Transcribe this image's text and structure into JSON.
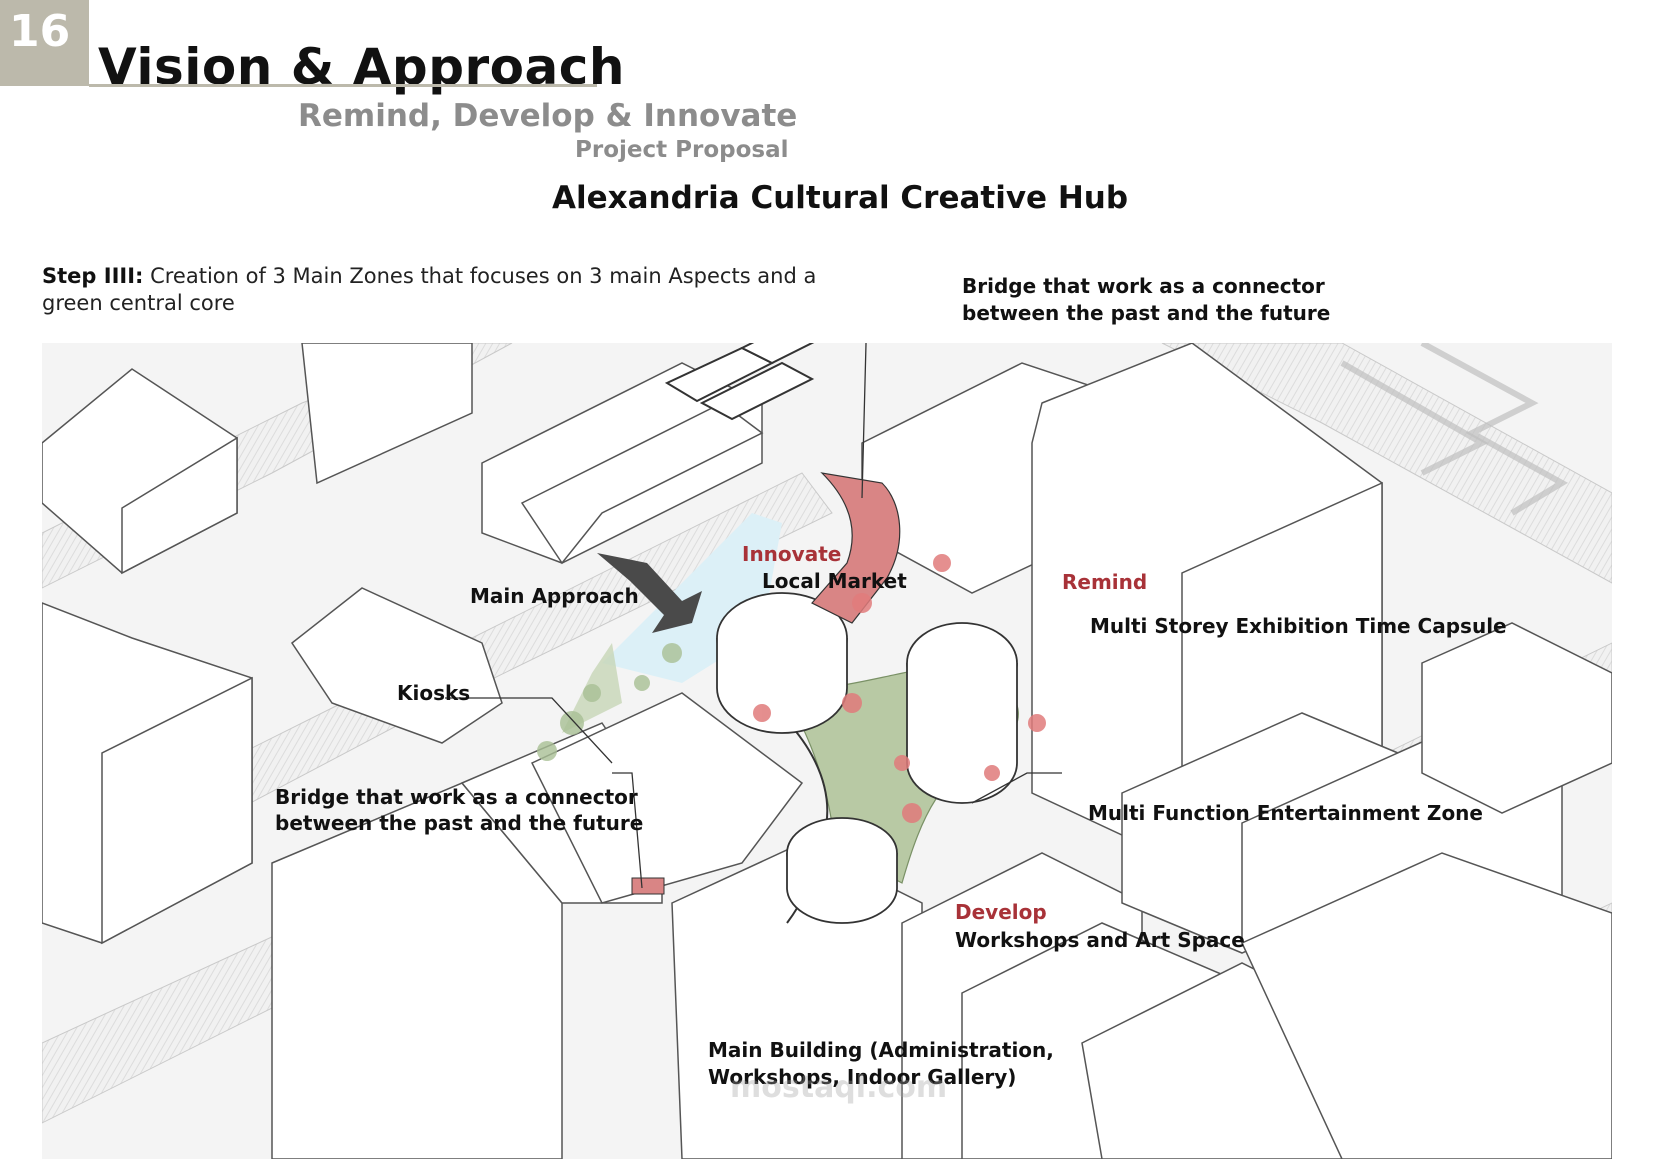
{
  "page": {
    "number": "16",
    "title": "Vision & Approach",
    "subtitle": "Remind, Develop & Innovate",
    "tagline": "Project Proposal",
    "project_name": "Alexandria Cultural Creative Hub"
  },
  "step": {
    "label": "Step IIII:",
    "text": " Creation of 3 Main Zones that focuses on 3 main Aspects and a green central core"
  },
  "zones": {
    "innovate": "Innovate",
    "remind": "Remind",
    "develop": "Develop"
  },
  "labels": {
    "bridge_top_1": "Bridge that work as a connector",
    "bridge_top_2": "between the past and the future",
    "local_market": "Local Market",
    "main_approach": "Main Approach",
    "exhibition": "Multi Storey Exhibition Time Capsule",
    "kiosks": "Kiosks",
    "bridge_left_1": "Bridge that work as a connector",
    "bridge_left_2": "between the past and the future",
    "entertainment": "Multi Function Entertainment Zone",
    "workshops": "Workshops and Art Space",
    "main_building_1": "Main Building (Administration,",
    "main_building_2": "Workshops, Indoor Gallery)"
  },
  "watermark": "mostaql.com",
  "colors": {
    "accent_red": "#a83238",
    "bridge_fill": "#d98585",
    "green_core": "#b8c9a4",
    "page_tab": "#bcb9ab",
    "grey_text": "#8c8c8c"
  }
}
